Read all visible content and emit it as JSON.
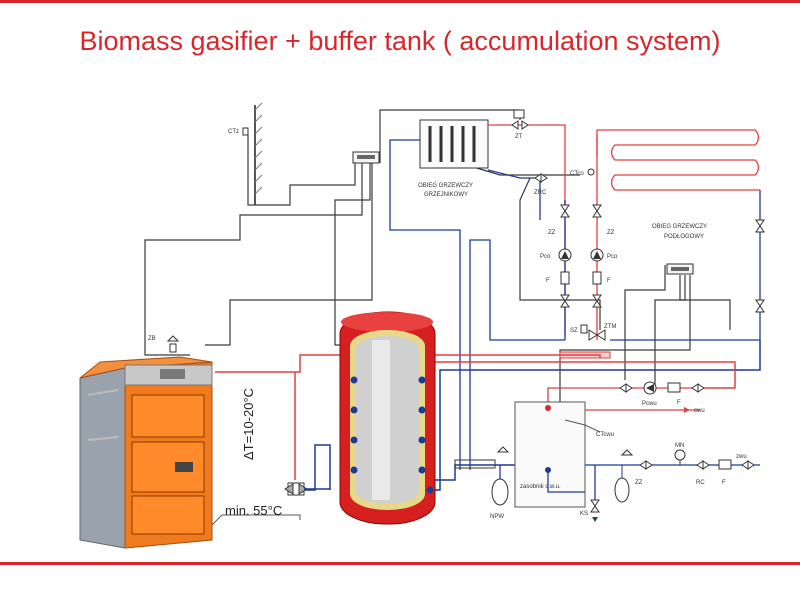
{
  "title": "Biomass gasifier + buffer tank ( accumulation system)",
  "colors": {
    "accent": "#d9262b",
    "supply": "#e04040",
    "return": "#1f3a93",
    "control": "#3a3a3a",
    "boiler": "#f07a1e",
    "tank": "#d61f1f"
  },
  "labels": {
    "ctz": "CTz",
    "zt": "ZT",
    "ctco": "CTco",
    "zrc": "ZRC",
    "radiator_circuit_1": "OBIEG GRZEWCZY",
    "radiator_circuit_2": "GRZEJNIKOWY",
    "floor_circuit_1": "OBIEG GRZEWCZY",
    "floor_circuit_2": "PODŁOGOWY",
    "zz_left": "ZZ",
    "zz_right": "ZZ",
    "pco_left": "Pco",
    "pco_right": "Pco",
    "f_left": "F",
    "f_right": "F",
    "sz": "SZ",
    "ztm": "ZTM",
    "zb": "ZB",
    "delta_t": "ΔT=10-20°C",
    "min_temp": "min. 55°C",
    "pcwu": "Pcwu",
    "f_dhw": "F",
    "cwu": "cwu",
    "ctcwu": "CTcwu",
    "zasobnik": "zasobnik c.w.u.",
    "npw": "NPW",
    "ks": "KS",
    "mn": "MN",
    "zz_dhw": "ZZ",
    "rc": "RC",
    "f_zwu": "F",
    "zwu": "zwu"
  }
}
